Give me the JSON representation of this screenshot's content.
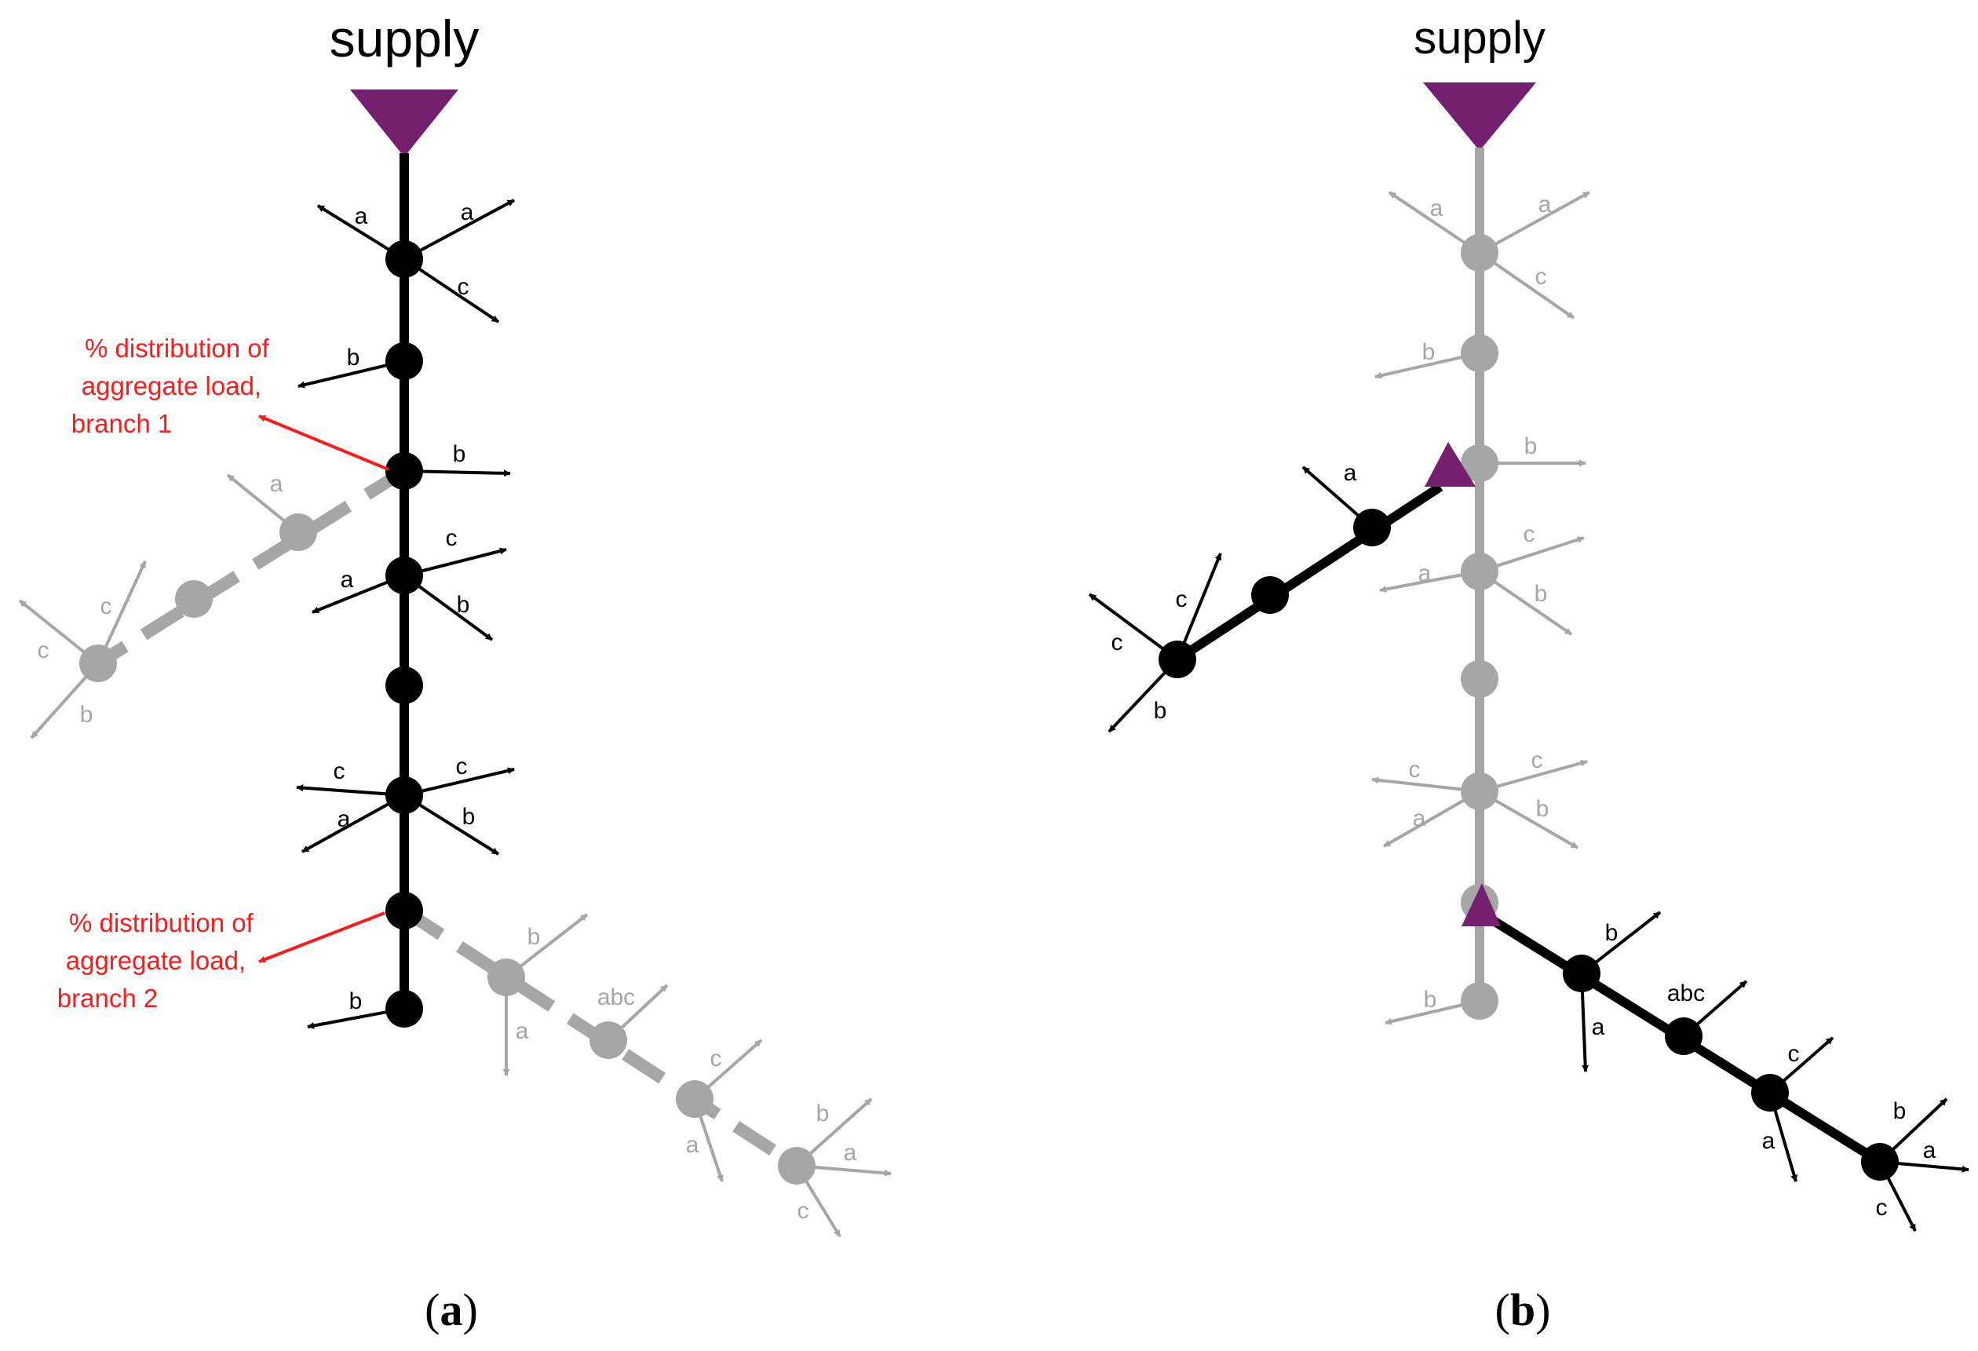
{
  "colors": {
    "active": "#000000",
    "inactive": "#a6a6a6",
    "supply": "#74206f",
    "annotation": "#ff1a1a"
  },
  "panel_a": {
    "supply_label": "supply",
    "caption_open": "(",
    "caption_letter": "a",
    "caption_close": ")",
    "note_branch1": [
      "% distribution  of",
      "aggregate load,",
      "branch 1"
    ],
    "note_branch2": [
      "% distribution  of",
      "aggregate load,",
      "branch 2"
    ]
  },
  "panel_b": {
    "supply_label": "supply",
    "caption_open": "(",
    "caption_letter": "b",
    "caption_close": ")"
  },
  "phase_labels": {
    "a": "a",
    "b": "b",
    "c": "c",
    "abc": "abc"
  }
}
